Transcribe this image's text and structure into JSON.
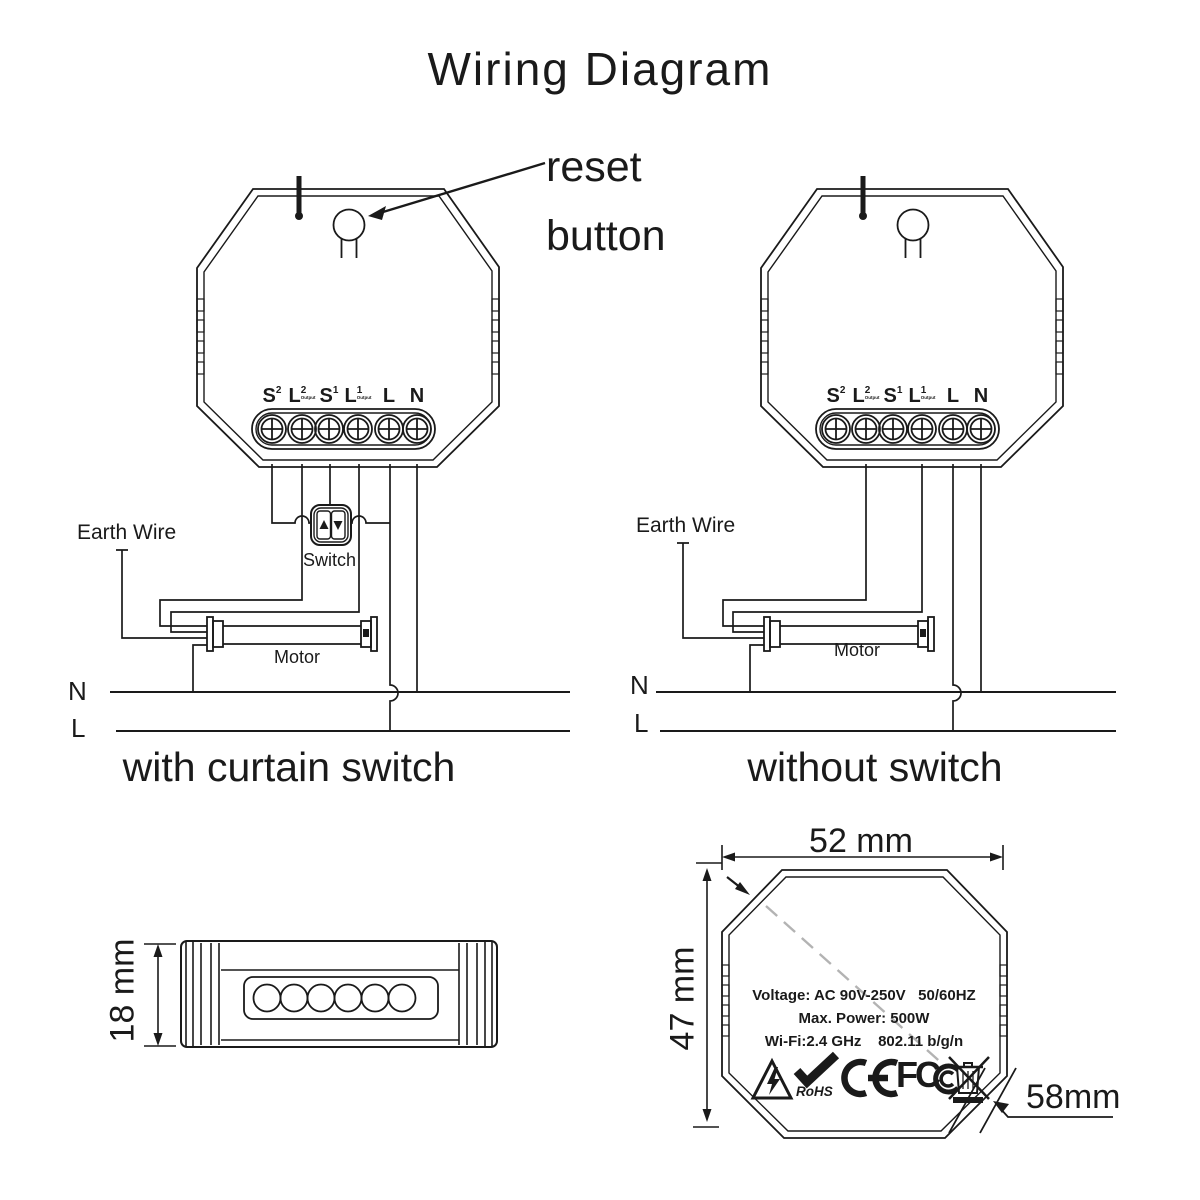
{
  "title": "Wiring Diagram",
  "annotations": {
    "reset": "reset\nbutton",
    "earth_wire": "Earth Wire",
    "switch": "Switch",
    "motor": "Motor",
    "neutral": "N",
    "live": "L"
  },
  "captions": {
    "with_switch": "with curtain switch",
    "without_switch": "without switch"
  },
  "terminals": [
    {
      "base": "S",
      "sup": "2",
      "sub": ""
    },
    {
      "base": "L",
      "sup": "2",
      "sub": "Output"
    },
    {
      "base": "S",
      "sup": "1",
      "sub": ""
    },
    {
      "base": "L",
      "sup": "1",
      "sub": "Output"
    },
    {
      "base": "L",
      "sup": "",
      "sub": ""
    },
    {
      "base": "N",
      "sup": "",
      "sub": ""
    }
  ],
  "dimensions": {
    "depth": "18 mm",
    "width": "52 mm",
    "height": "47 mm",
    "diagonal": "58mm"
  },
  "specs": {
    "voltage": "Voltage: AC 90V-250V   50/60HZ",
    "power": "Max. Power: 500W",
    "wifi": "Wi-Fi:2.4 GHz    802.11 b/g/n"
  },
  "certifications": {
    "rohs": "RoHS",
    "fcc": "FC"
  },
  "icons": [
    "reset-pin-icon",
    "keyhole-icon",
    "screw-terminal-icon",
    "up-arrow-icon",
    "down-arrow-icon",
    "high-voltage-warning-icon",
    "rohs-check-icon",
    "ce-mark-icon",
    "fcc-mark-icon",
    "weee-bin-icon"
  ],
  "colors": {
    "line": "#1a1a1a",
    "dash": "#b3b3b3",
    "background": "#ffffff"
  }
}
